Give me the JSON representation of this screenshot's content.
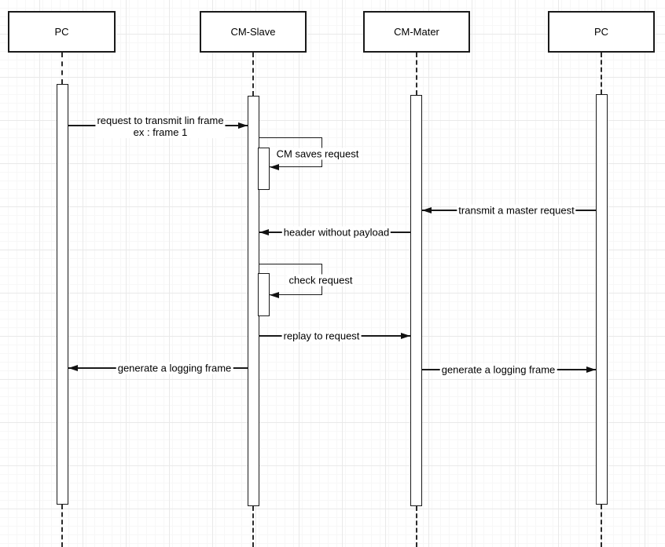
{
  "diagram": {
    "type": "uml-sequence-diagram",
    "actors": [
      {
        "id": "pc-left",
        "name": "PC"
      },
      {
        "id": "cm-slave",
        "name": "CM-Slave"
      },
      {
        "id": "cm-mater",
        "name": "CM-Mater"
      },
      {
        "id": "pc-right",
        "name": "PC"
      }
    ],
    "messages": [
      {
        "from": "pc-left",
        "to": "cm-slave",
        "text": "request to transmit lin frame",
        "text2": "ex : frame 1",
        "direction": "right"
      },
      {
        "from": "cm-slave",
        "to": "cm-slave",
        "text": "CM saves request",
        "kind": "self"
      },
      {
        "from": "pc-right",
        "to": "cm-mater",
        "text": "transmit a master request",
        "direction": "left"
      },
      {
        "from": "cm-mater",
        "to": "cm-slave",
        "text": "header without payload",
        "direction": "left"
      },
      {
        "from": "cm-slave",
        "to": "cm-slave",
        "text": "check request",
        "kind": "self"
      },
      {
        "from": "cm-slave",
        "to": "cm-mater",
        "text": "replay to request",
        "direction": "right"
      },
      {
        "from": "cm-slave",
        "to": "pc-left",
        "text": "generate a logging frame",
        "direction": "left"
      },
      {
        "from": "cm-mater",
        "to": "pc-right",
        "text": "generate a logging frame",
        "direction": "right"
      }
    ],
    "colors": {
      "line": "#1a1a1a",
      "shape_fill": "#ffffff",
      "background": "#ffffff",
      "grid_minor": "#f7f7f7",
      "grid_major": "#e9e9e9"
    }
  }
}
